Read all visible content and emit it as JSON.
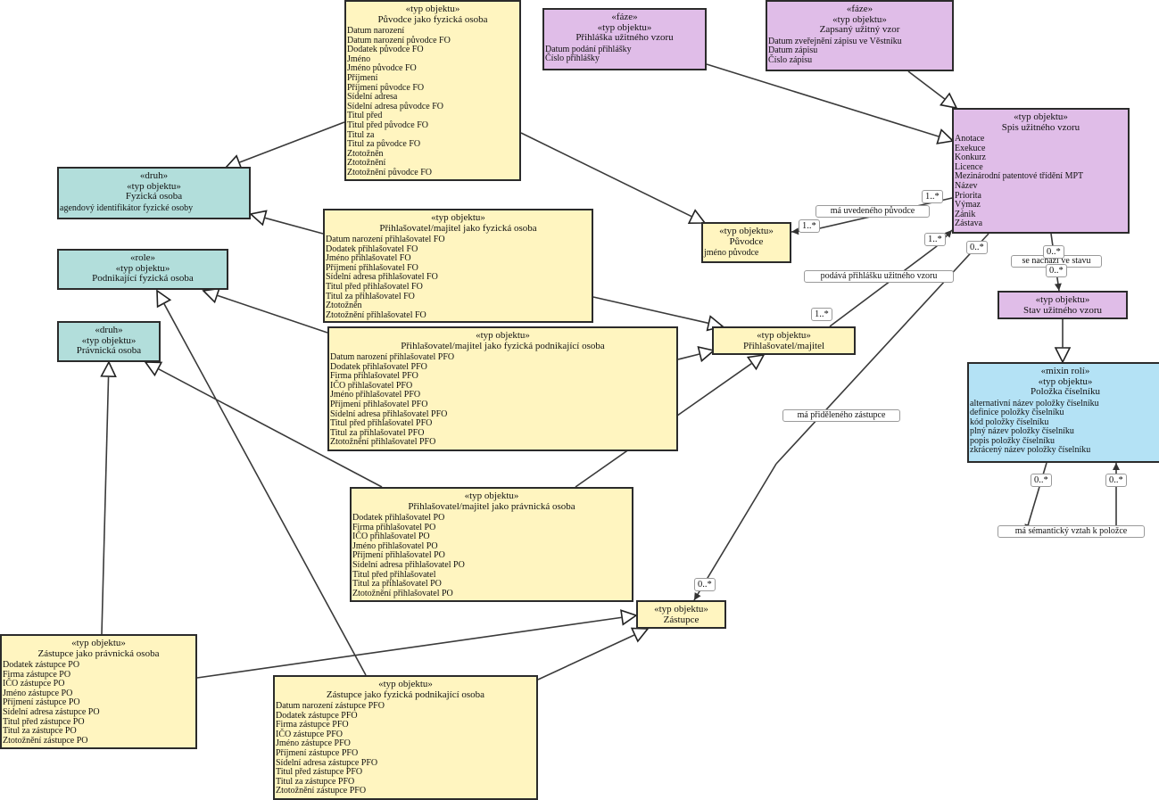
{
  "nodes": [
    {
      "id": "puvodce_fo",
      "stereotypes": [
        "«typ objektu»"
      ],
      "name": "Původce jako fyzická osoba",
      "color": "#fff5c0",
      "attributes": [
        "Datum narození",
        "Datum narození původce FO",
        "Dodatek původce FO",
        "Jméno",
        "Jméno původce FO",
        "Příjmení",
        "Příjmení původce FO",
        "Sídelní adresa",
        "Sídelní adresa původce FO",
        "Titul před",
        "Titul před původce FO",
        "Titul za",
        "Titul za původce FO",
        "Ztotožněn",
        "Ztotožnění",
        "Ztotožnění původce FO"
      ]
    },
    {
      "id": "prihlaska",
      "stereotypes": [
        "«fáze»",
        "«typ objektu»"
      ],
      "name": "Přihláška užitného vzoru",
      "color": "#e0bde8",
      "attributes": [
        "Datum podání přihlášky",
        "Číslo přihlášky"
      ]
    },
    {
      "id": "zapsany",
      "stereotypes": [
        "«fáze»",
        "«typ objektu»"
      ],
      "name": "Zapsaný užitný vzor",
      "color": "#e0bde8",
      "attributes": [
        "Datum zveřejnění zápisu ve Věstníku",
        "Datum zápisu",
        "Číslo zápisu"
      ]
    },
    {
      "id": "spis",
      "stereotypes": [
        "«typ objektu»"
      ],
      "name": "Spis užitného vzoru",
      "color": "#e0bde8",
      "attributes": [
        "Anotace",
        "Exekuce",
        "Konkurz",
        "Licence",
        "Mezinárodní patentové třídění MPT",
        "Název",
        "Priorita",
        "Výmaz",
        "Zánik",
        "Zástava"
      ]
    },
    {
      "id": "fyzicka",
      "stereotypes": [
        "«druh»",
        "«typ objektu»"
      ],
      "name": "Fyzická osoba",
      "color": "#b2dedb",
      "attributes": [
        "agendový identifikátor fyzické osoby"
      ]
    },
    {
      "id": "podnikajici",
      "stereotypes": [
        "«role»",
        "«typ objektu»"
      ],
      "name": "Podnikající fyzická osoba",
      "color": "#b2dedb",
      "attributes": []
    },
    {
      "id": "pravnicka",
      "stereotypes": [
        "«druh»",
        "«typ objektu»"
      ],
      "name": "Právnická osoba",
      "color": "#b2dedb",
      "attributes": []
    },
    {
      "id": "prihl_fo",
      "stereotypes": [
        "«typ objektu»"
      ],
      "name": "Přihlašovatel/majitel jako fyzická osoba",
      "color": "#fff5c0",
      "attributes": [
        "Datum narození přihlašovatel FO",
        "Dodatek přihlašovatel FO",
        "Jméno přihlašovatel FO",
        "Příjmení přihlašovatel FO",
        "Sídelní adresa přihlašovatel FO",
        "Titul před přihlašovatel FO",
        "Titul za přihlašovatel FO",
        "Ztotožněn",
        "Ztotožnění přihlašovatel FO"
      ]
    },
    {
      "id": "puvodce",
      "stereotypes": [
        "«typ objektu»"
      ],
      "name": "Původce",
      "color": "#fff5c0",
      "attributes": [
        "jméno původce"
      ]
    },
    {
      "id": "stav",
      "stereotypes": [
        "«typ objektu»"
      ],
      "name": "Stav užitného vzoru",
      "color": "#e0bde8",
      "attributes": []
    },
    {
      "id": "prihl_pfo",
      "stereotypes": [
        "«typ objektu»"
      ],
      "name": "Přihlašovatel/majitel jako fyzická podnikající osoba",
      "color": "#fff5c0",
      "attributes": [
        "Datum narození přihlašovatel PFO",
        "Dodatek přihlašovatel PFO",
        "Firma přihlašovatel PFO",
        "IČO přihlašovatel PFO",
        "Jméno přihlašovatel PFO",
        "Příjmení přihlašovatel PFO",
        "Sídelní adresa přihlašovatel PFO",
        "Titul před přihlašovatel PFO",
        "Titul za přihlašovatel PFO",
        "Ztotožnění přihlašovatel PFO"
      ]
    },
    {
      "id": "prihlasovatel",
      "stereotypes": [
        "«typ objektu»"
      ],
      "name": "Přihlašovatel/majitel",
      "color": "#fff5c0",
      "attributes": []
    },
    {
      "id": "polozka",
      "stereotypes": [
        "«mixin rolí»",
        "«typ objektu»"
      ],
      "name": "Položka číselníku",
      "color": "#b4e2f5",
      "attributes": [
        "alternativní název položky číselníku",
        "definice položky číselníku",
        "kód položky číselníku",
        "plný název položky číselníku",
        "popis položky číselníku",
        "zkrácený název položky číselníku"
      ]
    },
    {
      "id": "prihl_po",
      "stereotypes": [
        "«typ objektu»"
      ],
      "name": "Přihlašovatel/majitel jako právnická osoba",
      "color": "#fff5c0",
      "attributes": [
        "Dodatek přihlašovatel PO",
        "Firma přihlašovatel PO",
        "IČO přihlašovatel PO",
        "Jméno přihlašovatel PO",
        "Příjmení přihlašovatel PO",
        "Sídelní adresa přihlašovatel PO",
        "Titul před přihlašovatel",
        "Titul za přihlašovatel PO",
        "Ztotožnění přihlašovatel PO"
      ]
    },
    {
      "id": "zastupce",
      "stereotypes": [
        "«typ objektu»"
      ],
      "name": "Zástupce",
      "color": "#fff5c0",
      "attributes": []
    },
    {
      "id": "zast_po",
      "stereotypes": [
        "«typ objektu»"
      ],
      "name": "Zástupce jako právnická osoba",
      "color": "#fff5c0",
      "attributes": [
        "Dodatek zástupce PO",
        "Firma zástupce PO",
        "IČO zástupce PO",
        "Jméno zástupce PO",
        "Příjmení zástupce PO",
        "Sídelní adresa zástupce PO",
        "Titul před zástupce PO",
        "Titul za zástupce PO",
        "Ztotožnění zástupce PO"
      ]
    },
    {
      "id": "zast_pfo",
      "stereotypes": [
        "«typ objektu»"
      ],
      "name": "Zástupce jako fyzická podnikající osoba",
      "color": "#fff5c0",
      "attributes": [
        "Datum narození zástupce PFO",
        "Dodatek zástupce PFO",
        "Firma zástupce PFO",
        "IČO zástupce PFO",
        "Jméno zástupce PFO",
        "Příjmení zástupce PFO",
        "Sídelní adresa zástupce PFO",
        "Titul před zástupce PFO",
        "Titul za zástupce PFO",
        "Ztotožnění zástupce PFO"
      ]
    }
  ],
  "generalizations": [
    {
      "from": "puvodce_fo",
      "to": "fyzicka"
    },
    {
      "from": "puvodce_fo",
      "to": "puvodce"
    },
    {
      "from": "prihlaska",
      "to": "spis"
    },
    {
      "from": "zapsany",
      "to": "spis"
    },
    {
      "from": "prihl_fo",
      "to": "fyzicka"
    },
    {
      "from": "prihl_fo",
      "to": "prihlasovatel"
    },
    {
      "from": "prihl_pfo",
      "to": "podnikajici"
    },
    {
      "from": "prihl_pfo",
      "to": "prihlasovatel"
    },
    {
      "from": "prihl_po",
      "to": "pravnicka"
    },
    {
      "from": "prihl_po",
      "to": "prihlasovatel"
    },
    {
      "from": "stav",
      "to": "polozka"
    },
    {
      "from": "zast_po",
      "to": "pravnicka"
    },
    {
      "from": "zast_po",
      "to": "zastupce"
    },
    {
      "from": "zast_pfo",
      "to": "podnikajici"
    },
    {
      "from": "zast_pfo",
      "to": "zastupce"
    }
  ],
  "associations": [
    {
      "name": "má uvedeného původce",
      "from": "spis",
      "to": "puvodce",
      "source_multiplicity": "1..*",
      "target_multiplicity": "1..*"
    },
    {
      "name": "podává přihlášku užitného vzoru",
      "from": "prihlasovatel",
      "to": "spis",
      "source_multiplicity": "1..*",
      "target_multiplicity": "1..*"
    },
    {
      "name": "se nachází ve stavu",
      "from": "spis",
      "to": "stav",
      "source_multiplicity": "0..*",
      "target_multiplicity": "0..*"
    },
    {
      "name": "má přiděleného zástupce",
      "from": "spis",
      "to": "zastupce",
      "source_multiplicity": "0..*",
      "target_multiplicity": "0..*"
    },
    {
      "name": "má sémantický vztah k položce",
      "from": "polozka",
      "to": "polozka",
      "source_multiplicity": "0..*",
      "target_multiplicity": "0..*"
    }
  ]
}
